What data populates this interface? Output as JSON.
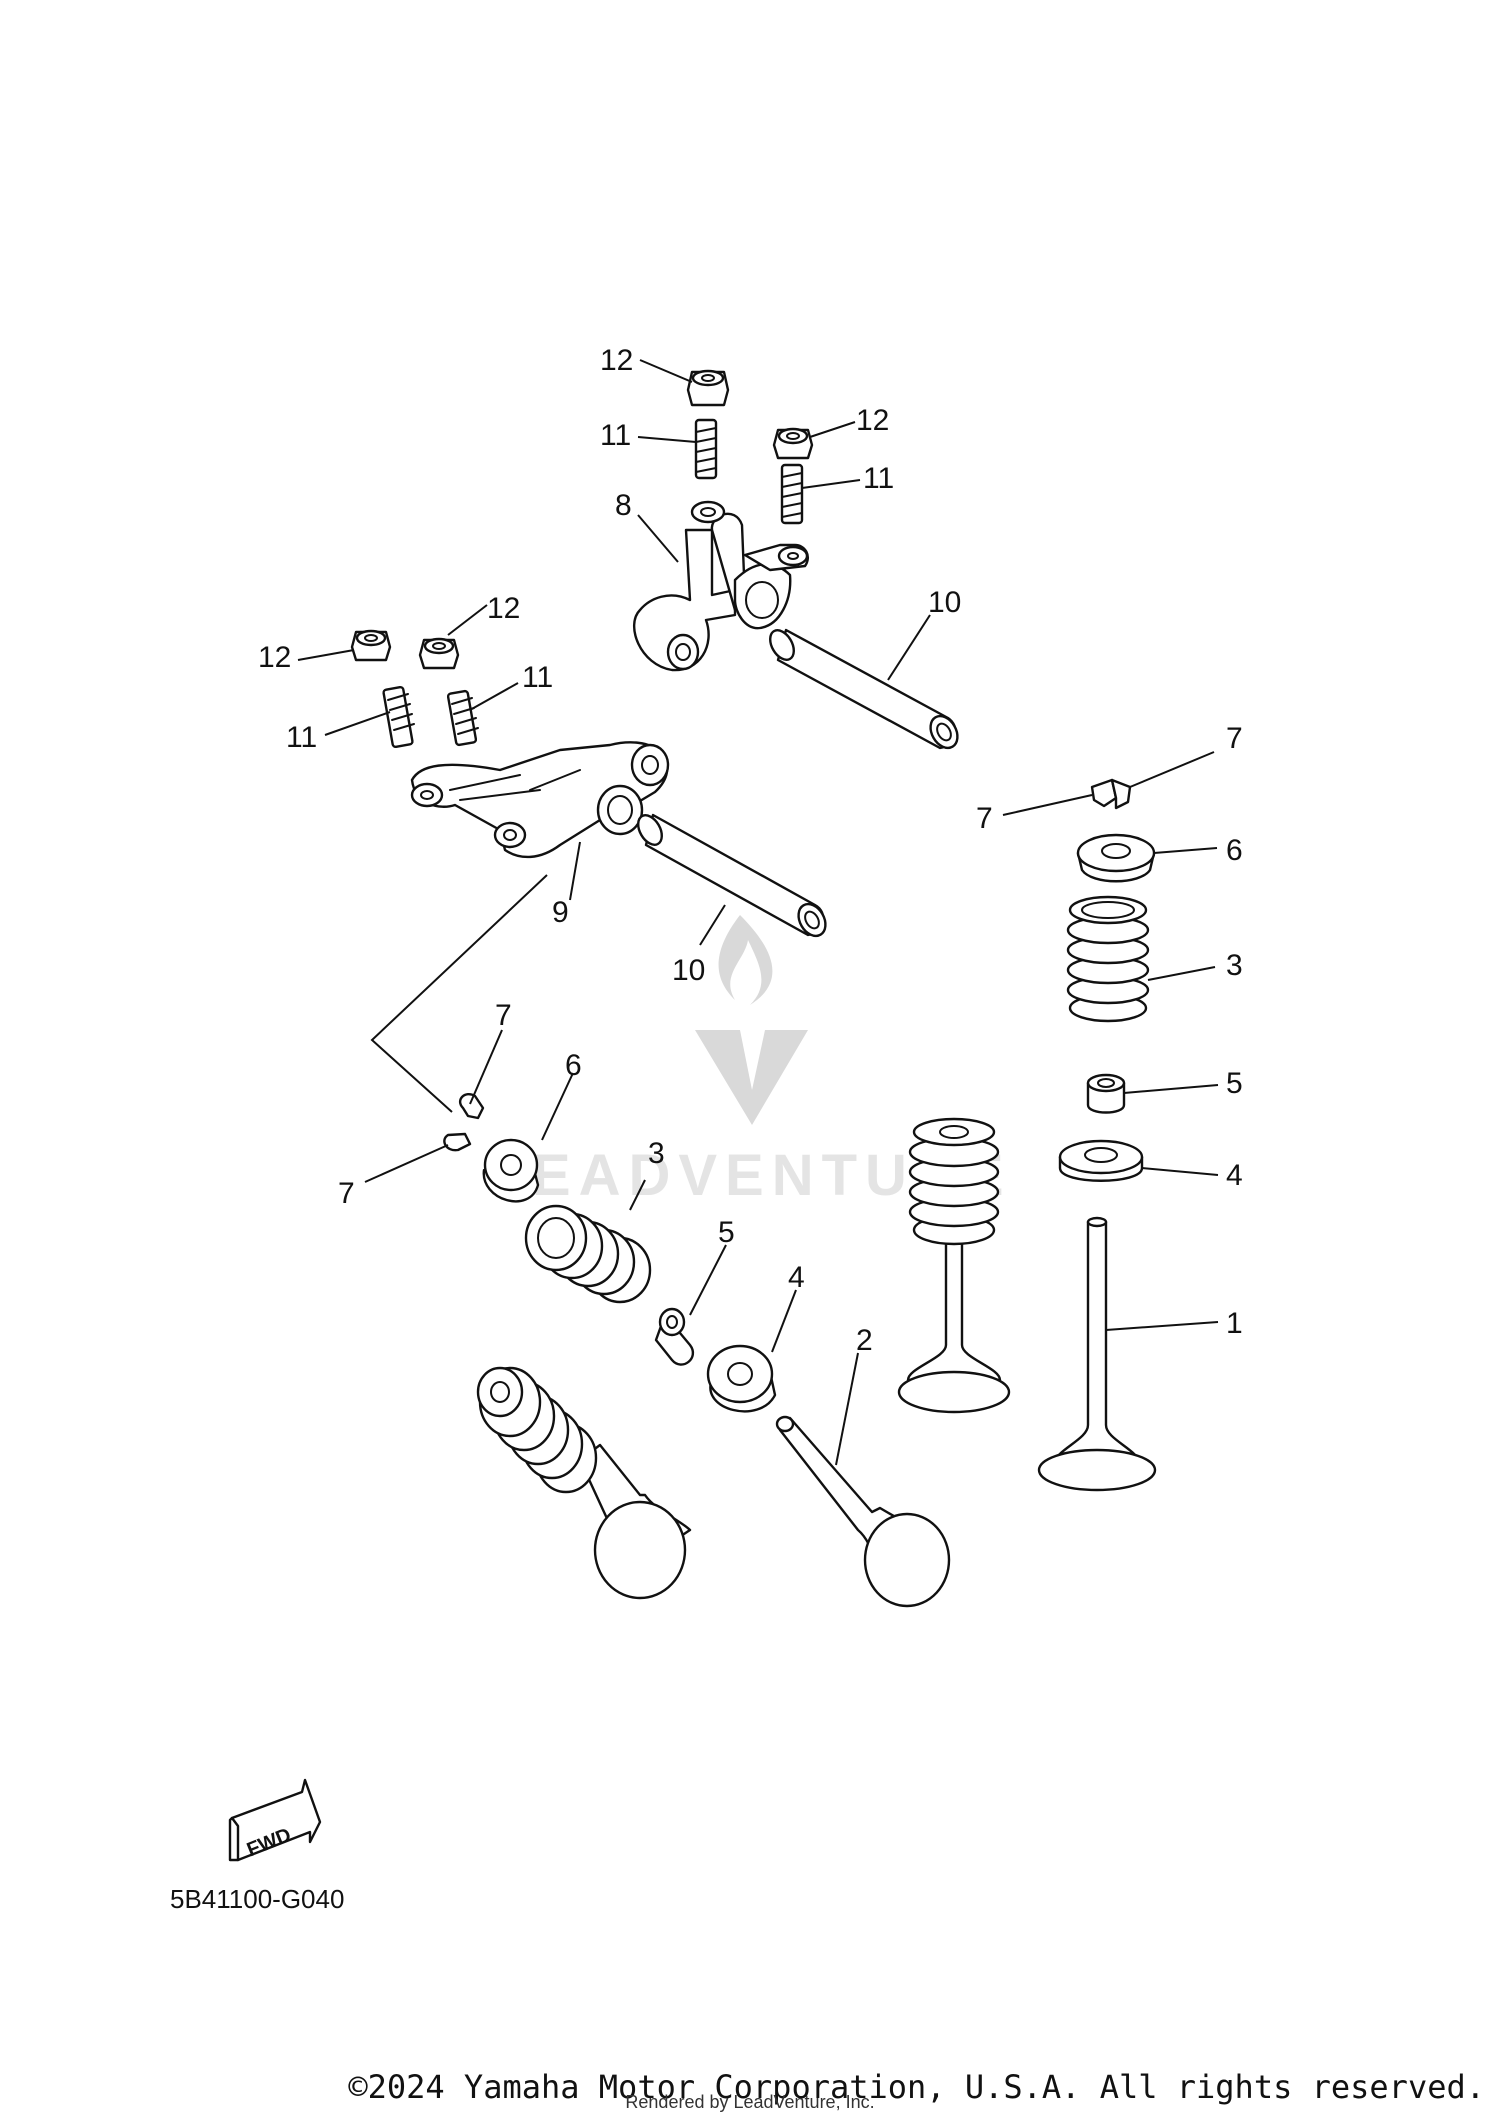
{
  "callouts": {
    "p1": "1",
    "p2": "2",
    "p3a": "3",
    "p3b": "3",
    "p4a": "4",
    "p4b": "4",
    "p5a": "5",
    "p5b": "5",
    "p6a": "6",
    "p6b": "6",
    "p7a": "7",
    "p7b": "7",
    "p7c": "7",
    "p7d": "7",
    "p8": "8",
    "p9": "9",
    "p10a": "10",
    "p10b": "10",
    "p11a": "11",
    "p11b": "11",
    "p11c": "11",
    "p11d": "11",
    "p12a": "12",
    "p12b": "12",
    "p12c": "12",
    "p12d": "12"
  },
  "fwd_label": "FWD",
  "diagram_code": "5B41100-G040",
  "copyright": "©2024 Yamaha Motor Corporation, U.S.A. All rights reserved.",
  "rendered_by": "Rendered by LeadVenture, Inc.",
  "watermark": "LEADVENTURE"
}
